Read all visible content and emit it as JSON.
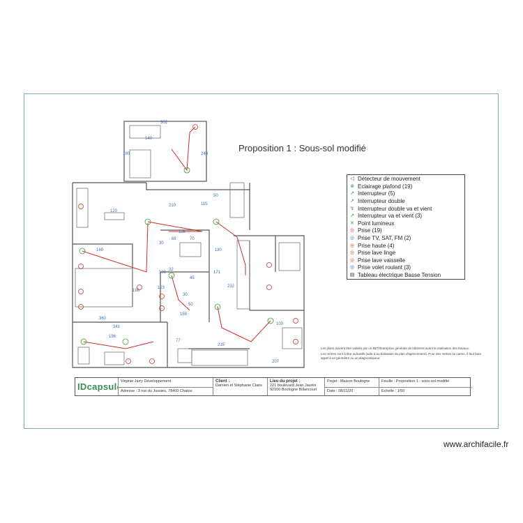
{
  "title": "Proposition 1 : Sous-sol modifié",
  "legend": {
    "items": [
      {
        "icon": "motion-detector-icon",
        "glyph": "◁",
        "color": "#555555",
        "label": "Détecteur de mouvement"
      },
      {
        "icon": "ceiling-light-icon",
        "glyph": "⊗",
        "color": "#3a9a3a",
        "label": "Eclairage plafond (19)"
      },
      {
        "icon": "switch-icon",
        "glyph": "↗",
        "color": "#3a9a3a",
        "label": "Interrupteur (5)"
      },
      {
        "icon": "double-switch-icon",
        "glyph": "↗",
        "color": "#3a9a3a",
        "label": "Interrupteur double"
      },
      {
        "icon": "double-two-way-switch-icon",
        "glyph": "↯",
        "color": "#3a9a3a",
        "label": "Interrupteur double va et vient"
      },
      {
        "icon": "two-way-switch-icon",
        "glyph": "↗",
        "color": "#3a9a3a",
        "label": "Interrupteur va et vient (3)"
      },
      {
        "icon": "light-point-icon",
        "glyph": "✕",
        "color": "#3a9a3a",
        "label": "Point lumineux"
      },
      {
        "icon": "socket-icon",
        "glyph": "◎",
        "color": "#c0392b",
        "label": "Prise (19)"
      },
      {
        "icon": "tv-socket-icon",
        "glyph": "◎",
        "color": "#2c5fb3",
        "label": "Prise TV, SAT, FM (2)"
      },
      {
        "icon": "high-socket-icon",
        "glyph": "◎",
        "color": "#c0392b",
        "label": "Prise haute (4)"
      },
      {
        "icon": "washing-machine-socket-icon",
        "glyph": "◎",
        "color": "#c0392b",
        "label": "Prise lave linge"
      },
      {
        "icon": "dishwasher-socket-icon",
        "glyph": "◎",
        "color": "#c0392b",
        "label": "Prise lave vaisselle"
      },
      {
        "icon": "shutter-socket-icon",
        "glyph": "◎",
        "color": "#2c5fb3",
        "label": "Prise volet roulant (3)"
      },
      {
        "icon": "electrical-panel-icon",
        "glyph": "▤",
        "color": "#333333",
        "label": "Tableau électrique Basse Tension"
      }
    ]
  },
  "notes": [
    "Les plans doivent être validés par un BET/Entreprise générale de bâtiment avant la réalisation des travaux.",
    "Les mètres sont à titre indicatifs (aide à la réalisation du plan d'agencement). Pour des mètres loi carrez, il faut faire appel à un géomètre ou un diagnostiqueur."
  ],
  "cartouche": {
    "logo_text": "IDcapsule",
    "company": "Virginie Jarry  Développement",
    "address": "Adresse : 3 rue du Jussieu, 78400 Chatou",
    "client_label": "Client :",
    "client_value": "Damien et Stéphanie Claris",
    "location_label": "Lieu du projet :",
    "location_value_1": "221 boulevard Jean Jaurès",
    "location_value_2": "92100 Boulogne Billancourt",
    "project": "Projet : Maison Boulogne",
    "date": "Date : 08/11/20",
    "sheet": "Feuille : Proposition 1 : sous-sol modifié",
    "scale": "Echelle : 1/50"
  },
  "dimensions": [
    "302",
    "140",
    "240",
    "190",
    "210",
    "115",
    "50",
    "120",
    "136",
    "68",
    "70",
    "30",
    "180",
    "160",
    "32",
    "100",
    "45",
    "123",
    "30",
    "50",
    "155",
    "171",
    "232",
    "196",
    "360",
    "341",
    "196",
    "77",
    "215",
    "207",
    "100"
  ],
  "watermark": "www.archifacile.fr"
}
